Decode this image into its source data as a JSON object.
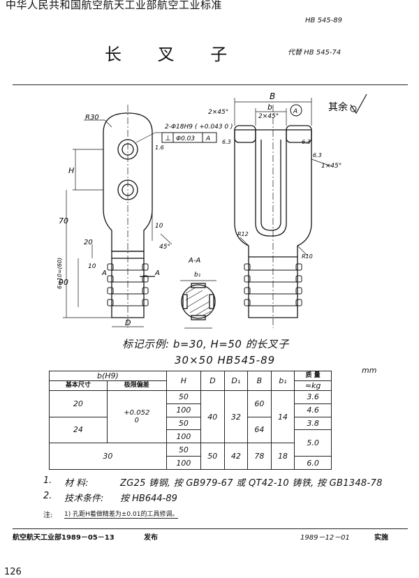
{
  "header": {
    "organization": "中华人民共和国航空航天工业部航空工业标准",
    "standard_code": "HB 545-89",
    "title": "长 叉 子",
    "replaces": "代替 HB 545-74"
  },
  "drawing": {
    "labels": {
      "R30": "R30",
      "hole_spec": "2-Φ18H9 ( +0.043 0 )",
      "perp_symbol": "⊥",
      "perp_tol": "Φ0.03",
      "perp_datum": "A",
      "dim_B": "B",
      "dim_b": "b",
      "chamfer_2x45_a": "2×45°",
      "chamfer_2x45_b": "2×45°",
      "datum_A_circle": "A",
      "surface_rest": "其余",
      "chamfer_1x45": "1×45°",
      "rough_63_a": "6.3",
      "rough_63_b": "6.3",
      "rough_63_c": "6.3",
      "rough_16": "1.6",
      "dim_H": "H",
      "dim_70": "70",
      "dim_20": "20",
      "dim_10": "10",
      "dim_45deg": "45°",
      "dim_90": "90",
      "dim_thread": "6×10=(60)",
      "dim_10b": "10",
      "dim_D": "D",
      "section_label": "A-A",
      "dim_b1": "b₁",
      "R12": "R12",
      "R10": "R10",
      "cut_A_left": "A",
      "cut_A_right": "A"
    },
    "marking_example": "标记示例:  b=30, H=50 的长叉子",
    "marking_code": "30×50  HB545-89"
  },
  "table": {
    "unit": "mm",
    "headers": {
      "b_group": "b(H9)",
      "basic": "基本尺寸",
      "deviation": "极限偏差",
      "H": "H",
      "D": "D",
      "D1": "D₁",
      "B": "B",
      "b1": "b₁",
      "mass": "质  量",
      "mass_unit": "≈kg"
    },
    "rows": [
      {
        "b": "20",
        "H": "50",
        "D": "40",
        "D1": "32",
        "B": "60",
        "b1": "14",
        "mass": "3.6"
      },
      {
        "b": "",
        "H": "100",
        "D": "",
        "D1": "",
        "B": "",
        "b1": "",
        "mass": "4.6"
      },
      {
        "b": "24",
        "H": "50",
        "D": "",
        "D1": "",
        "B": "64",
        "b1": "",
        "mass": "3.8"
      },
      {
        "b": "",
        "H": "100",
        "D": "",
        "D1": "",
        "B": "",
        "b1": "",
        "mass": "5.0"
      },
      {
        "b": "30",
        "H": "50",
        "D": "50",
        "D1": "42",
        "B": "78",
        "b1": "18",
        "mass": ""
      },
      {
        "b": "",
        "H": "100",
        "D": "",
        "D1": "",
        "B": "",
        "b1": "",
        "mass": "6.0"
      }
    ],
    "deviation_value": "+0.052\n0"
  },
  "notes": {
    "n1_num": "1.",
    "n1_label": "材    料:",
    "n1_text": "ZG25 铸钢, 按 GB979-67 或 QT42-10 铸铁, 按 GB1348-78",
    "n2_num": "2.",
    "n2_label": "技术条件:",
    "n2_text": "按 HB644-89",
    "footnote_label": "注:",
    "footnote_text": "1) 孔距H着做精差为±0.01的工具修调。"
  },
  "footer": {
    "issuer": "航空航天工业部1989－05－13",
    "issued": "发布",
    "effective_date": "1989－12－01",
    "effective": "实施",
    "page_number": "126"
  }
}
